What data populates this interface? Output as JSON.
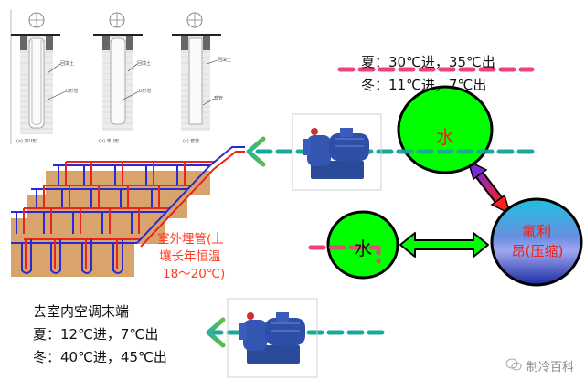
{
  "borehole_figure": {
    "panels": [
      {
        "caption": "(a) 双U形",
        "labels": [
          "回填土",
          "U形管"
        ]
      },
      {
        "caption": "(b) 单U形",
        "labels": [
          "回填土",
          "U形管"
        ]
      },
      {
        "caption": "(c) 套管",
        "labels": [
          "回填土",
          "套管"
        ]
      }
    ]
  },
  "outdoor_pipe_label": {
    "line1": "室外埋管(土",
    "line2": "壤长年恒温",
    "line3": "18～20℃)"
  },
  "source_side_temps": {
    "summer": "夏：30℃进，35℃出",
    "winter": "冬：11℃进，7℃出"
  },
  "terminal_side": {
    "title": "去室内空调末端",
    "summer": "夏：12℃进，7℃出",
    "winter": "冬：40℃进，45℃出"
  },
  "nodes": {
    "water_top": "水",
    "water_bottom": "水",
    "freon_line1": "氟利",
    "freon_line2": "昂(压缩)"
  },
  "colors": {
    "water_fill": "#00ff00",
    "teal_flow": "#1aa89a",
    "pink_flow": "#f0407a",
    "label_red": "#e8241c",
    "soil": "#d9a46c",
    "pipe_red": "#e8241c",
    "pipe_blue": "#2a2ad0"
  },
  "watermark": {
    "icon": "wechat-icon",
    "text": "制冷百科"
  }
}
